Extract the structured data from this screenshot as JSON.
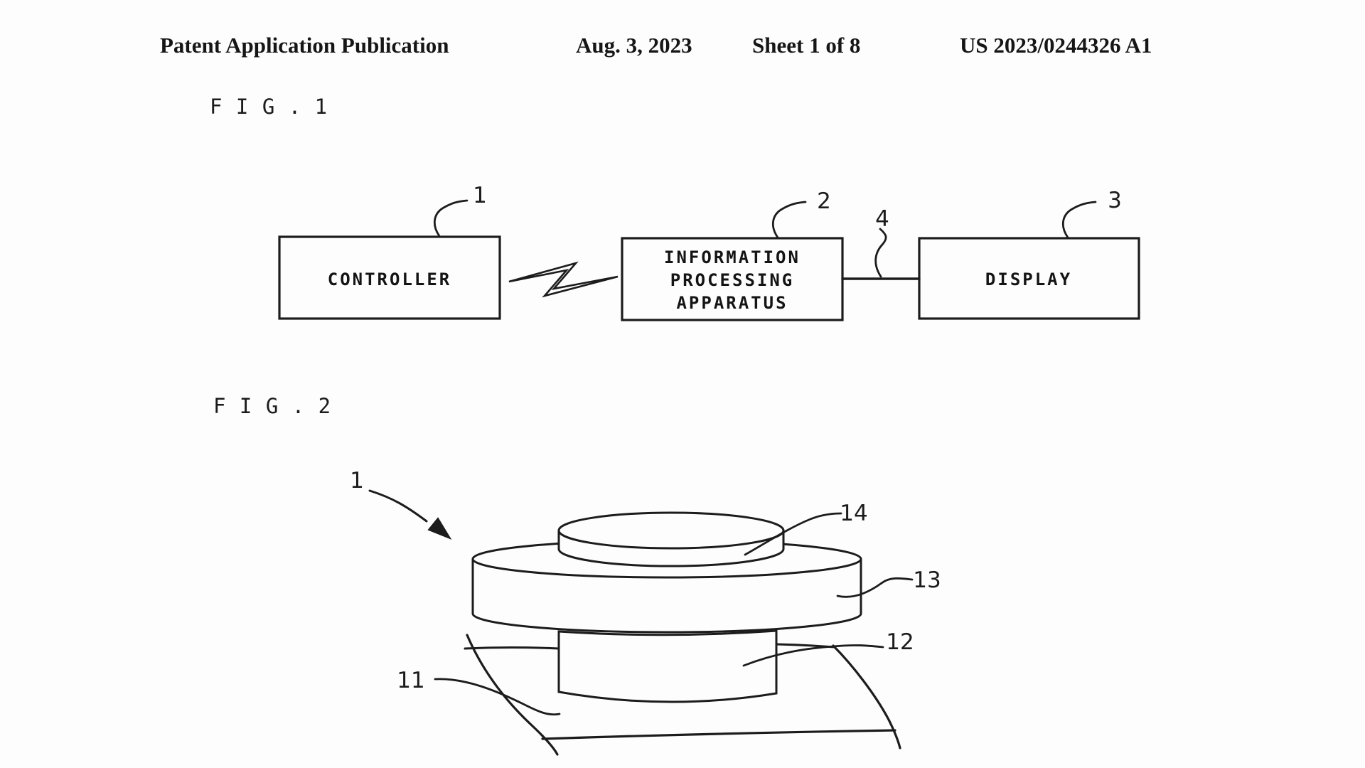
{
  "header": {
    "publication": "Patent Application Publication",
    "date": "Aug. 3, 2023",
    "sheet": "Sheet 1 of 8",
    "patent_number": "US 2023/0244326 A1"
  },
  "figure1": {
    "label": "F I G .  1",
    "controller_label": "CONTROLLER",
    "apparatus_lines": [
      "INFORMATION",
      "PROCESSING",
      "APPARATUS"
    ],
    "display_label": "DISPLAY",
    "ref_controller": "1",
    "ref_apparatus": "2",
    "ref_display": "3",
    "ref_connection": "4",
    "wireless_symbol": "lightning-bolt"
  },
  "figure2": {
    "label": "F I G .  2",
    "ref_device": "1",
    "ref_base_sheet": "11",
    "ref_base_cylinder": "12",
    "ref_disc": "13",
    "ref_top_knob": "14"
  },
  "colors": {
    "ink": "#1c1c1c",
    "paper": "#fdfdfd"
  }
}
